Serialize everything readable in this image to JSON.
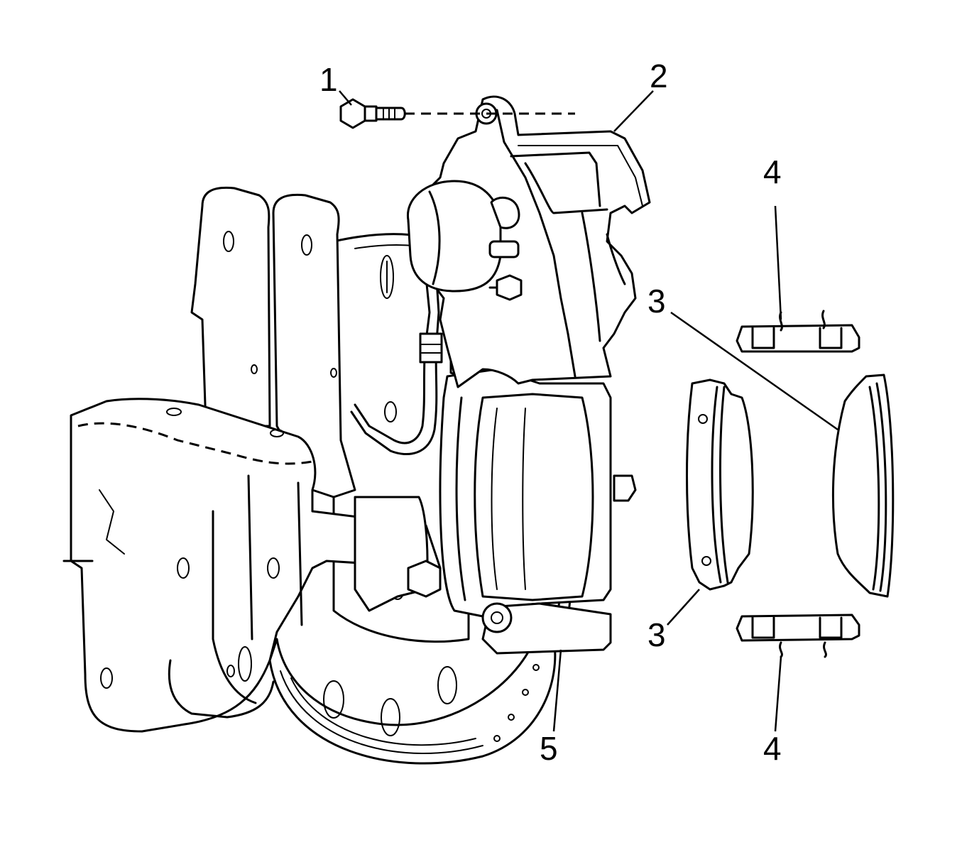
{
  "callouts": [
    {
      "label": "1",
      "part": "caliper-bolt"
    },
    {
      "label": "2",
      "part": "brake-caliper"
    },
    {
      "label": "3",
      "part": "inner-brake-pad"
    },
    {
      "label": "3",
      "part": "outer-brake-pad"
    },
    {
      "label": "4",
      "part": "upper-pad-retainer-clip"
    },
    {
      "label": "4",
      "part": "lower-pad-retainer-clip"
    },
    {
      "label": "5",
      "part": "caliper-bracket"
    }
  ]
}
